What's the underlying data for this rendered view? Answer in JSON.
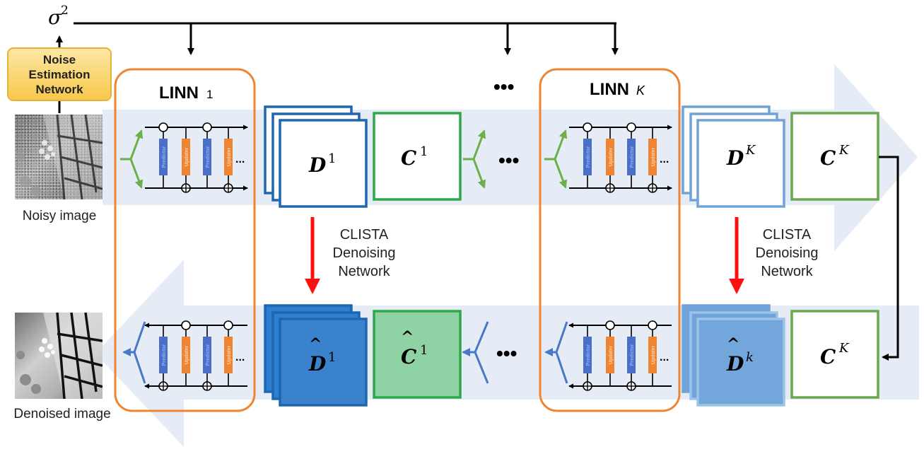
{
  "sigma": {
    "symbol": "σ",
    "power": "2"
  },
  "noise_estimation": {
    "line1": "Noise",
    "line2": "Estimation",
    "line3": "Network"
  },
  "captions": {
    "noisy": "Noisy image",
    "denoised": "Denoised image"
  },
  "linn": [
    {
      "name": "LINN",
      "sub": "1"
    },
    {
      "name": "LINN",
      "sub": "K"
    }
  ],
  "ellipsis": "•••",
  "lifting_labels": {
    "predictor": "Predictor",
    "updater": "Updater",
    "more": "..."
  },
  "dictionary_blocks": {
    "d1": {
      "base": "D",
      "sup": "1"
    },
    "c1": {
      "base": "C",
      "sup": "1"
    },
    "dk": {
      "base": "D",
      "sup": "K"
    },
    "ck": {
      "base": "C",
      "sup": "K"
    },
    "d1_hat": {
      "base": "D",
      "sup": "1"
    },
    "c1_hat": {
      "base": "C",
      "sup": "1"
    },
    "dk_hat": {
      "base": "D",
      "sup": "k"
    },
    "ck_out": {
      "base": "C",
      "sup": "K"
    }
  },
  "clista": {
    "line1": "CLISTA",
    "line2": "Denoising",
    "line3": "Network"
  },
  "colors": {
    "band": "#e6ecf5",
    "linn_border": "#ef8532",
    "dark_blue": "#1f66b2",
    "light_blue": "#6fa3d9",
    "green": "#2ea84a",
    "green_light": "#8fd3a4",
    "red": "#ff1010",
    "predictor": "#4a6fc8",
    "updater": "#ef8532"
  }
}
